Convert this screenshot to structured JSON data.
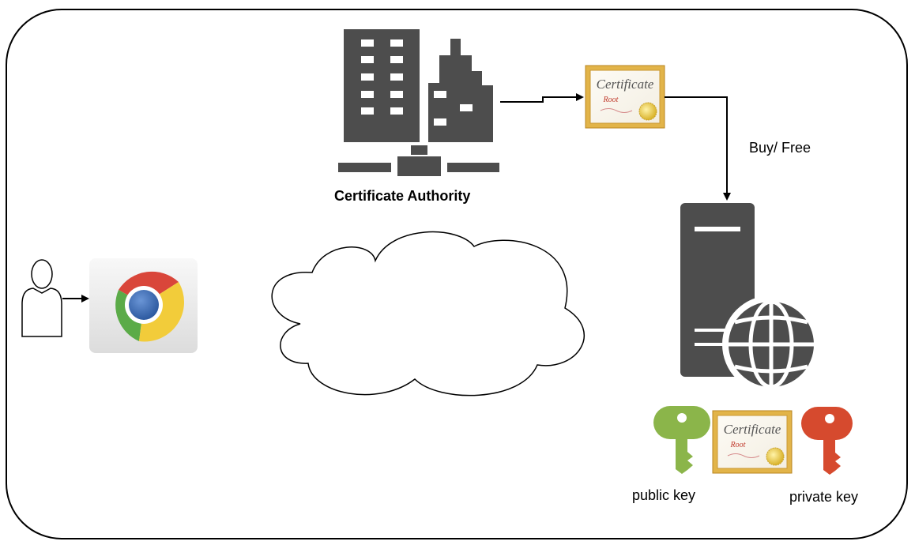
{
  "labels": {
    "certificate_authority": "Certificate Authority",
    "buy_free": "Buy/ Free",
    "public_key": "public key",
    "private_key": "private key"
  },
  "certificate": {
    "title": "Certificate",
    "subtitle": "Root"
  },
  "colors": {
    "icon_dark": "#4d4d4d",
    "public_key": "#8bb54a",
    "private_key": "#d64a2e",
    "certificate_border": "#d9a638",
    "certificate_seal": "#e8c93a",
    "chrome_red": "#d9463a",
    "chrome_green": "#5bab48",
    "chrome_yellow": "#f2cc3a",
    "chrome_blue": "#3a67ae"
  },
  "icons": [
    "user-icon",
    "chrome-browser-icon",
    "internet-cloud-icon",
    "certificate-authority-building-icon",
    "certificate-icon",
    "web-server-icon",
    "globe-icon",
    "public-key-icon",
    "private-key-icon"
  ]
}
